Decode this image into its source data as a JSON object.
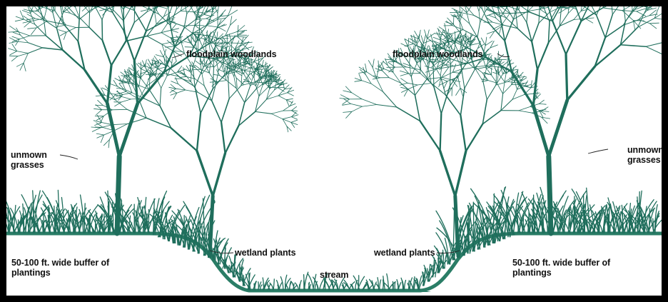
{
  "labels": {
    "floodplain_left": "floodplain woodlands",
    "floodplain_right": "floodplain woodlands",
    "unmown_left": [
      "unmown",
      "grasses"
    ],
    "unmown_right": [
      "unmown",
      "grasses"
    ],
    "wetland_left": "wetland plants",
    "wetland_right": "wetland plants",
    "buffer_left": [
      "50-100 ft. wide buffer of",
      "plantings"
    ],
    "buffer_right": [
      "50-100 ft. wide buffer of",
      "plantings"
    ],
    "stream": "stream"
  },
  "colors": {
    "frame": "#000000",
    "background": "#ffffff",
    "vegetation": "#1f6e5c",
    "ground": "#2a7d66",
    "text": "#111111"
  }
}
